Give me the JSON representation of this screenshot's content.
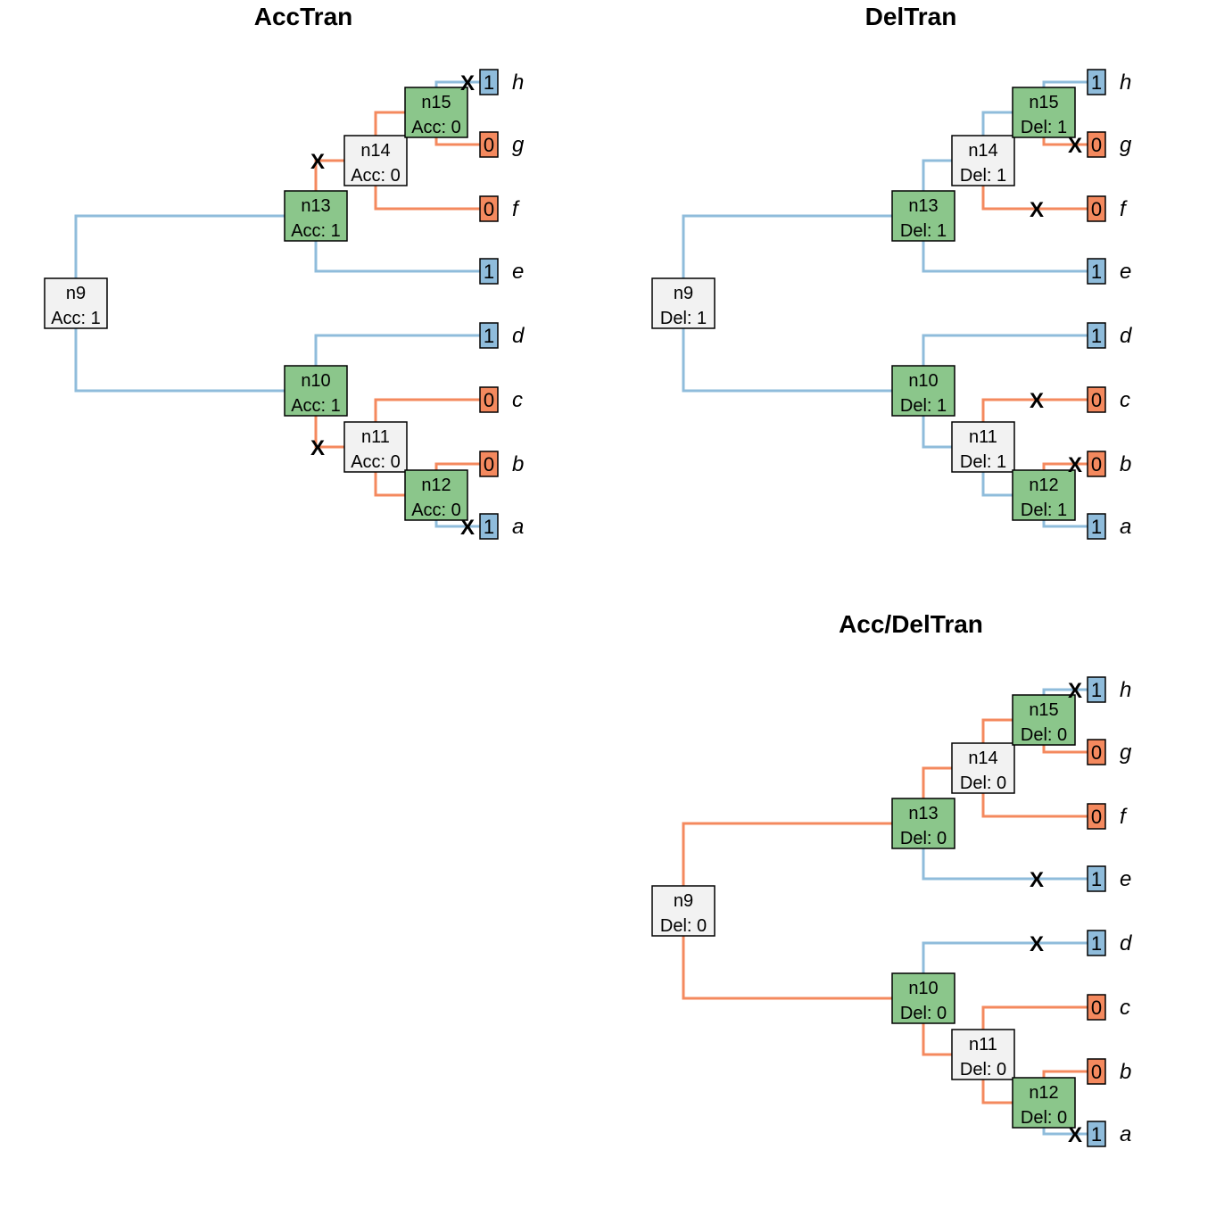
{
  "colors": {
    "state_1": "#8fbcdb",
    "state_0": "#f4895e",
    "node_green": "#8bc68b",
    "node_grey": "#f2f2f2",
    "outline": "#000000"
  },
  "panels": [
    {
      "id": "acctran",
      "title": "AccTran",
      "label_prefix": "Acc: ",
      "nodes": [
        {
          "name": "n9",
          "value": 1,
          "highlight": false
        },
        {
          "name": "n13",
          "value": 1,
          "highlight": true
        },
        {
          "name": "n10",
          "value": 1,
          "highlight": true
        },
        {
          "name": "n14",
          "value": 0,
          "highlight": false
        },
        {
          "name": "n15",
          "value": 0,
          "highlight": true
        },
        {
          "name": "n11",
          "value": 0,
          "highlight": false
        },
        {
          "name": "n12",
          "value": 0,
          "highlight": true
        }
      ],
      "tips": [
        {
          "label": "h",
          "state": 1
        },
        {
          "label": "g",
          "state": 0
        },
        {
          "label": "f",
          "state": 0
        },
        {
          "label": "e",
          "state": 1
        },
        {
          "label": "d",
          "state": 1
        },
        {
          "label": "c",
          "state": 0
        },
        {
          "label": "b",
          "state": 0
        },
        {
          "label": "a",
          "state": 1
        }
      ],
      "changes": [
        "n13-n14",
        "n15-h",
        "n10-n11",
        "n12-a"
      ]
    },
    {
      "id": "deltran",
      "title": "DelTran",
      "label_prefix": "Del: ",
      "nodes": [
        {
          "name": "n9",
          "value": 1,
          "highlight": false
        },
        {
          "name": "n13",
          "value": 1,
          "highlight": true
        },
        {
          "name": "n10",
          "value": 1,
          "highlight": true
        },
        {
          "name": "n14",
          "value": 1,
          "highlight": false
        },
        {
          "name": "n15",
          "value": 1,
          "highlight": true
        },
        {
          "name": "n11",
          "value": 1,
          "highlight": false
        },
        {
          "name": "n12",
          "value": 1,
          "highlight": true
        }
      ],
      "tips": [
        {
          "label": "h",
          "state": 1
        },
        {
          "label": "g",
          "state": 0
        },
        {
          "label": "f",
          "state": 0
        },
        {
          "label": "e",
          "state": 1
        },
        {
          "label": "d",
          "state": 1
        },
        {
          "label": "c",
          "state": 0
        },
        {
          "label": "b",
          "state": 0
        },
        {
          "label": "a",
          "state": 1
        }
      ],
      "changes": [
        "n15-g",
        "n14-f",
        "n11-c",
        "n12-b"
      ]
    },
    {
      "id": "accdeltran",
      "title": "Acc/DelTran",
      "label_prefix": "Del: ",
      "nodes": [
        {
          "name": "n9",
          "value": 0,
          "highlight": false
        },
        {
          "name": "n13",
          "value": 0,
          "highlight": true
        },
        {
          "name": "n10",
          "value": 0,
          "highlight": true
        },
        {
          "name": "n14",
          "value": 0,
          "highlight": false
        },
        {
          "name": "n15",
          "value": 0,
          "highlight": true
        },
        {
          "name": "n11",
          "value": 0,
          "highlight": false
        },
        {
          "name": "n12",
          "value": 0,
          "highlight": true
        }
      ],
      "tips": [
        {
          "label": "h",
          "state": 1
        },
        {
          "label": "g",
          "state": 0
        },
        {
          "label": "f",
          "state": 0
        },
        {
          "label": "e",
          "state": 1
        },
        {
          "label": "d",
          "state": 1
        },
        {
          "label": "c",
          "state": 0
        },
        {
          "label": "b",
          "state": 0
        },
        {
          "label": "a",
          "state": 1
        }
      ],
      "changes": [
        "n15-h",
        "n13-e",
        "n10-d",
        "n12-a"
      ]
    }
  ]
}
